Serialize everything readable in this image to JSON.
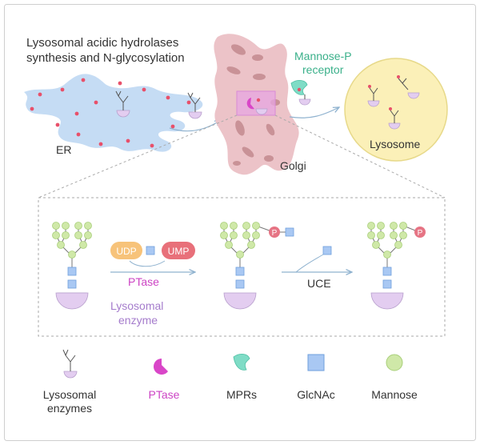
{
  "top": {
    "title_line1": "Lysosomal acidic hydrolases",
    "title_line2": "synthesis and N-glycosylation",
    "er_label": "ER",
    "golgi_label": "Golgi",
    "mpr_label_line1": "Mannose-P",
    "mpr_label_line2": "receptor",
    "lysosome_label": "Lysosome"
  },
  "detail": {
    "udp_label": "UDP",
    "ump_label": "UMP",
    "ptase_label": "PTase",
    "enzyme_label_line1": "Lysosomal",
    "enzyme_label_line2": "enzyme",
    "uce_label": "UCE",
    "phosphate_label": "P"
  },
  "legend": {
    "enzymes_line1": "Lysosomal",
    "enzymes_line2": "enzymes",
    "ptase": "PTase",
    "mprs": "MPRs",
    "glcnac": "GlcNAc",
    "mannose": "Mannose"
  },
  "colors": {
    "er_fill": "#c5dcf4",
    "er_dots": "#e8506a",
    "golgi_fill": "#ecc3c8",
    "golgi_inner": "#c99297",
    "lysosome_fill": "#fbf0b8",
    "lysosome_stroke": "#e7d98a",
    "enzyme_fill": "#e3cdf0",
    "enzyme_stroke": "#b79fcc",
    "ptase_color": "#d946c8",
    "mpr_color": "#7fdcc6",
    "glcnac_fill": "#a9c8f3",
    "glcnac_stroke": "#6f9fdc",
    "mannose_fill": "#cfe8a8",
    "mannose_stroke": "#a9cf7a",
    "phosphate_fill": "#e67484",
    "udp_fill": "#f7c37a",
    "ump_fill": "#e8707a",
    "arrow": "#8fb2cf",
    "text_pink": "#cc44c4",
    "text_green": "#3ab08a",
    "text_purple": "#a57ccc"
  }
}
